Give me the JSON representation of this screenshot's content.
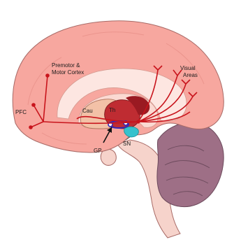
{
  "diagram": {
    "labels": {
      "premotor_line1": "Premotor &",
      "premotor_line2": "Motor Cortex",
      "visual_line1": "Visual",
      "visual_line2": "Areas",
      "pfc": "PFC",
      "cau": "Cau",
      "th": "Th",
      "gp": "GP",
      "sn": "SN"
    },
    "colors": {
      "cortex": "#f7a79f",
      "cortex_outline": "#a86a66",
      "white_matter": "#fde6e1",
      "cerebellum": "#9e6f86",
      "brainstem": "#f6d3cb",
      "caudate": "#f3c1a7",
      "thalamus": "#bf2c32",
      "pathway": "#c8141c",
      "gp_ring": "#3526b8",
      "sn": "#36c2cd"
    }
  }
}
